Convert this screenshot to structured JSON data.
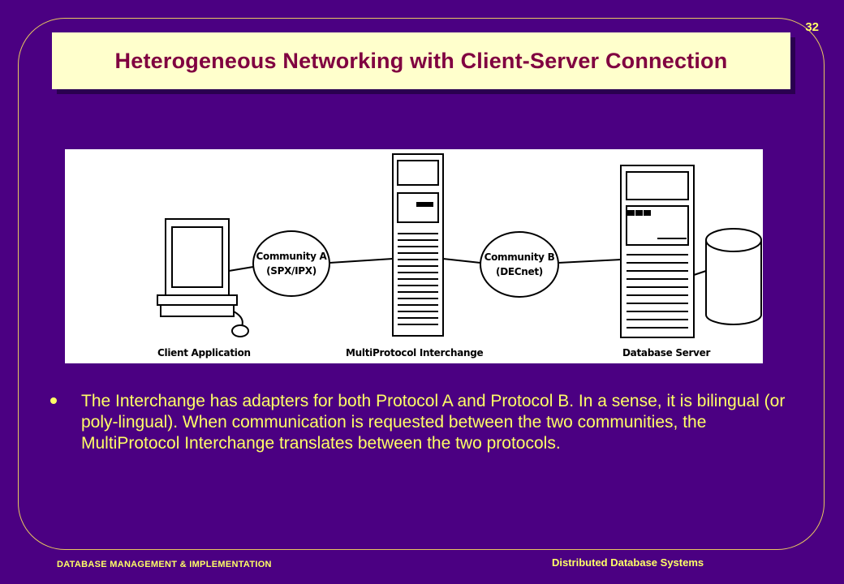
{
  "slide": {
    "page_number": "32",
    "title": "Heterogeneous Networking with Client-Server Connection"
  },
  "diagram": {
    "client_label": "Client Application",
    "interchange_label": "MultiProtocol Interchange",
    "server_label": "Database Server",
    "community_a": {
      "line1": "Community A",
      "line2": "(SPX/IPX)"
    },
    "community_b": {
      "line1": "Community B",
      "line2": "(DECnet)"
    }
  },
  "body": {
    "bullet": "The Interchange has adapters for both Protocol A and Protocol B. In a sense, it is bilingual (or poly-lingual). When communication is requested between the two communities, the MultiProtocol Interchange translates between the two protocols."
  },
  "footer": {
    "left": "DATABASE MANAGEMENT & IMPLEMENTATION",
    "right": "Distributed Database Systems"
  },
  "colors": {
    "background": "#4b0082",
    "title_text": "#800040",
    "title_box": "#ffffcc",
    "body_text": "#ffff66",
    "frame": "#e8c860"
  }
}
